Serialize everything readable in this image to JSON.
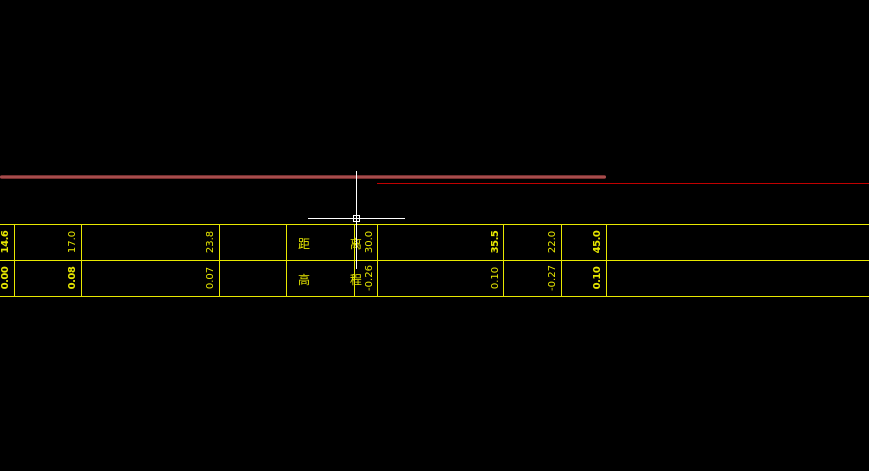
{
  "colors": {
    "background": "#000000",
    "grid": "#e8e800",
    "text": "#e8e800",
    "profile_line": "#b04040",
    "design_line": "#c00000",
    "cursor": "#ffffff"
  },
  "table": {
    "row_labels": {
      "distance": "距 离",
      "elevation": "高 程"
    },
    "distance_values": [
      "14.6",
      "17.0",
      "23.8",
      "30.0",
      "35.5",
      "22.0",
      "45.0"
    ],
    "elevation_values": [
      "0.00",
      "0.08",
      "0.07",
      "-0.26",
      "0.10",
      "-0.27",
      "0.10"
    ]
  },
  "cursor": {
    "icon": "crosshair-cursor-icon"
  }
}
